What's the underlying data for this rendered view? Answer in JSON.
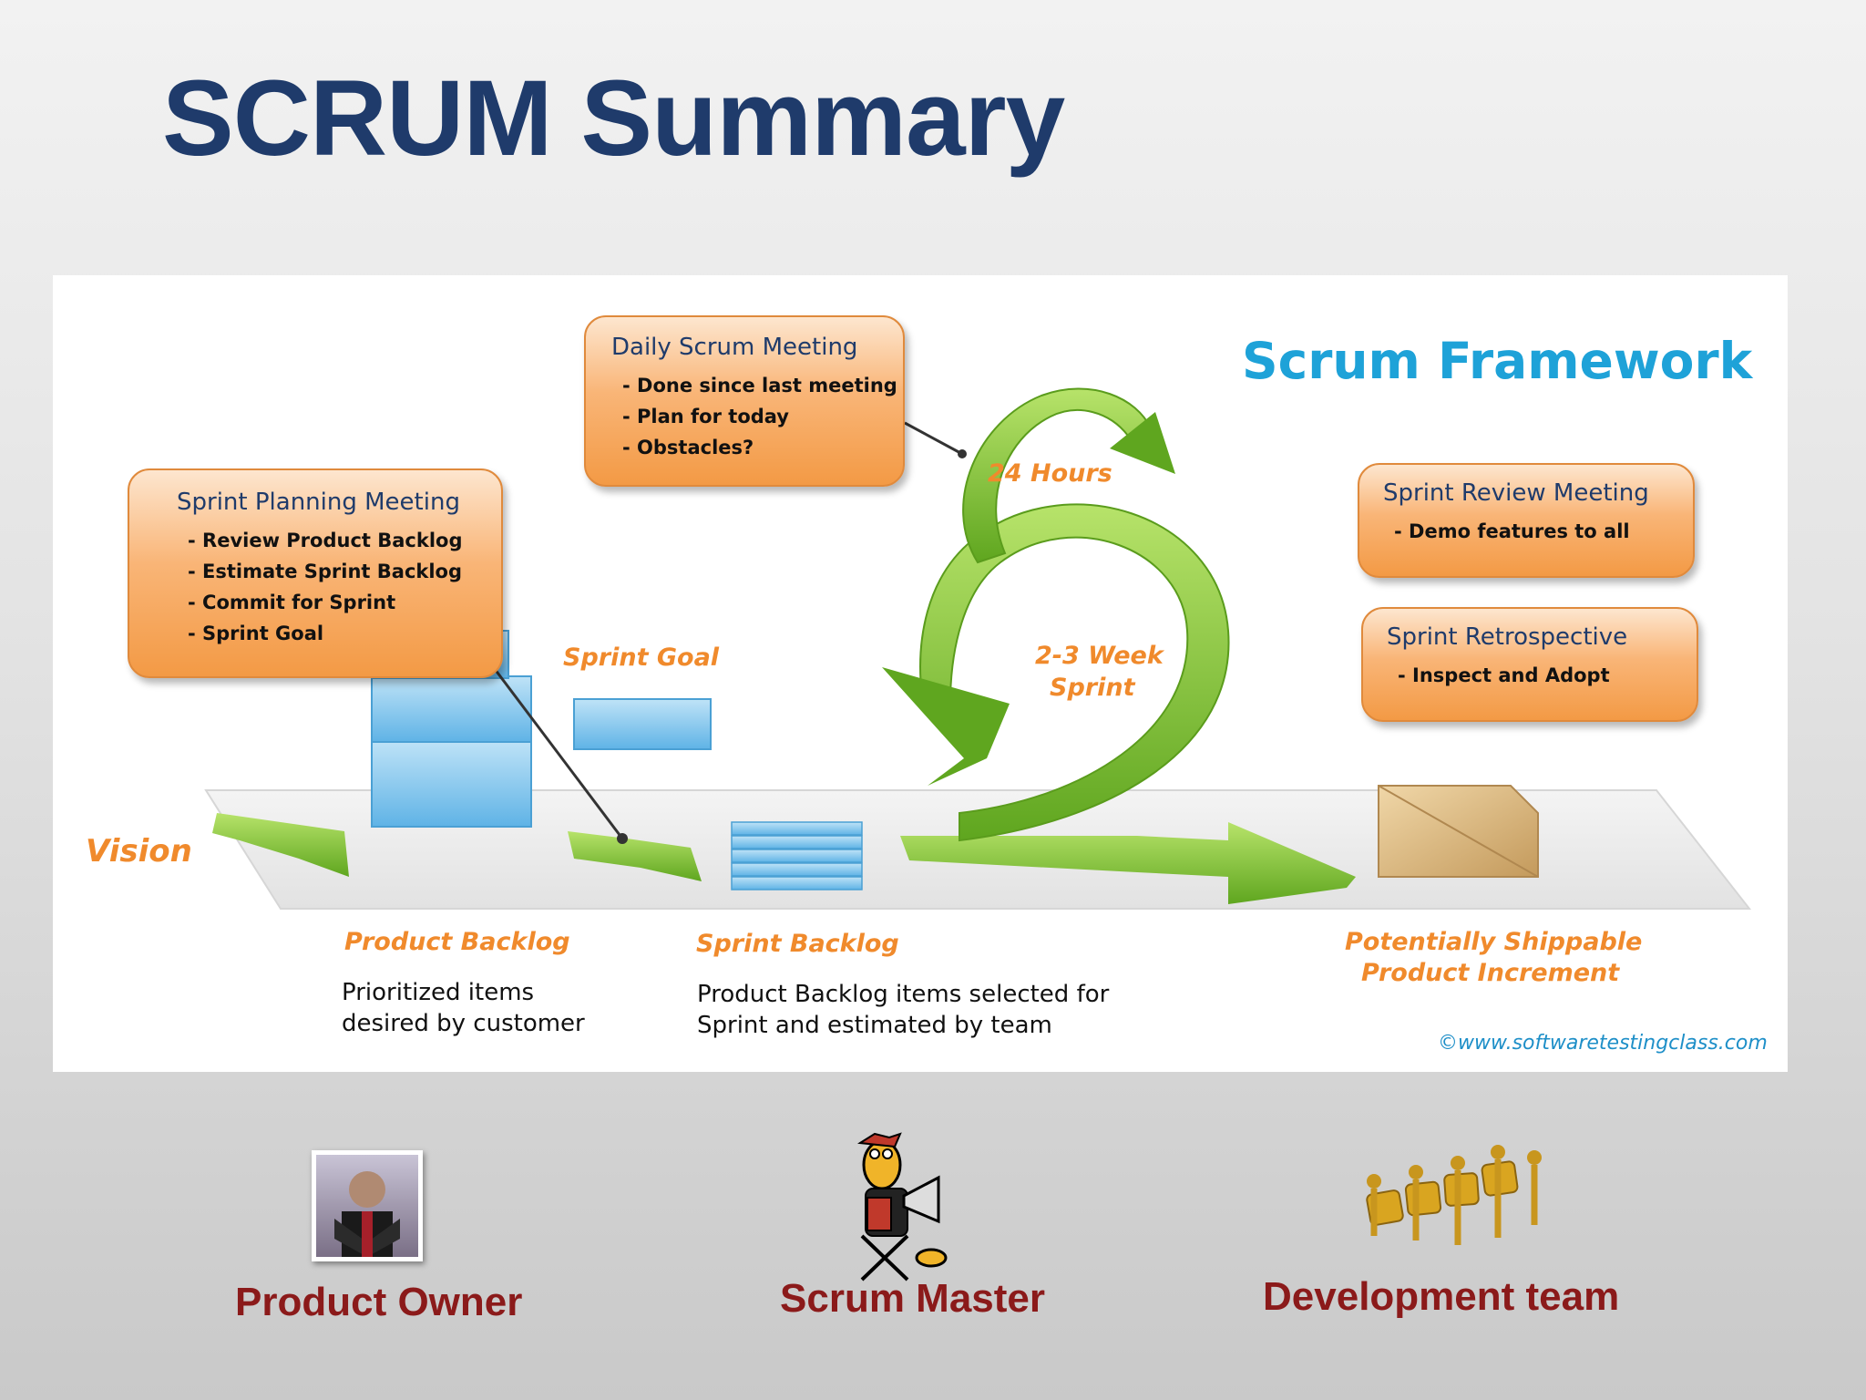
{
  "slide": {
    "title": "SCRUM Summary"
  },
  "diagram": {
    "title": "Scrum Framework",
    "copyright": "©www.softwaretestingclass.com",
    "sprint_planning": {
      "title": "Sprint Planning Meeting",
      "items": [
        "- Review Product Backlog",
        "- Estimate Sprint Backlog",
        "- Commit for Sprint",
        "- Sprint Goal"
      ]
    },
    "daily_scrum": {
      "title": "Daily Scrum Meeting",
      "items": [
        "- Done since last meeting",
        "- Plan for today",
        "- Obstacles?"
      ]
    },
    "sprint_review": {
      "title": "Sprint Review Meeting",
      "items": [
        "- Demo features to all"
      ]
    },
    "sprint_retro": {
      "title": "Sprint Retrospective",
      "items": [
        "- Inspect and Adopt"
      ]
    },
    "labels": {
      "vision": "Vision",
      "sprint_goal": "Sprint Goal",
      "hours": "24 Hours",
      "sprint_line1": "2-3 Week",
      "sprint_line2": "Sprint",
      "product_backlog": "Product Backlog",
      "product_backlog_desc_1": "Prioritized items",
      "product_backlog_desc_2": "desired by customer",
      "sprint_backlog": "Sprint Backlog",
      "sprint_backlog_desc_1": "Product Backlog items selected for",
      "sprint_backlog_desc_2": "Sprint and estimated by team",
      "increment_1": "Potentially Shippable",
      "increment_2": "Product Increment"
    },
    "colors": {
      "orange": "#f08a2c",
      "green": "#7cc234",
      "blue_box": "#7cc3ec",
      "navy": "#1f3b6b"
    }
  },
  "roles": [
    {
      "label": "Product Owner",
      "icon": "person-photo-icon"
    },
    {
      "label": "Scrum Master",
      "icon": "megaphone-director-icon"
    },
    {
      "label": "Development team",
      "icon": "team-puzzle-icon"
    }
  ]
}
